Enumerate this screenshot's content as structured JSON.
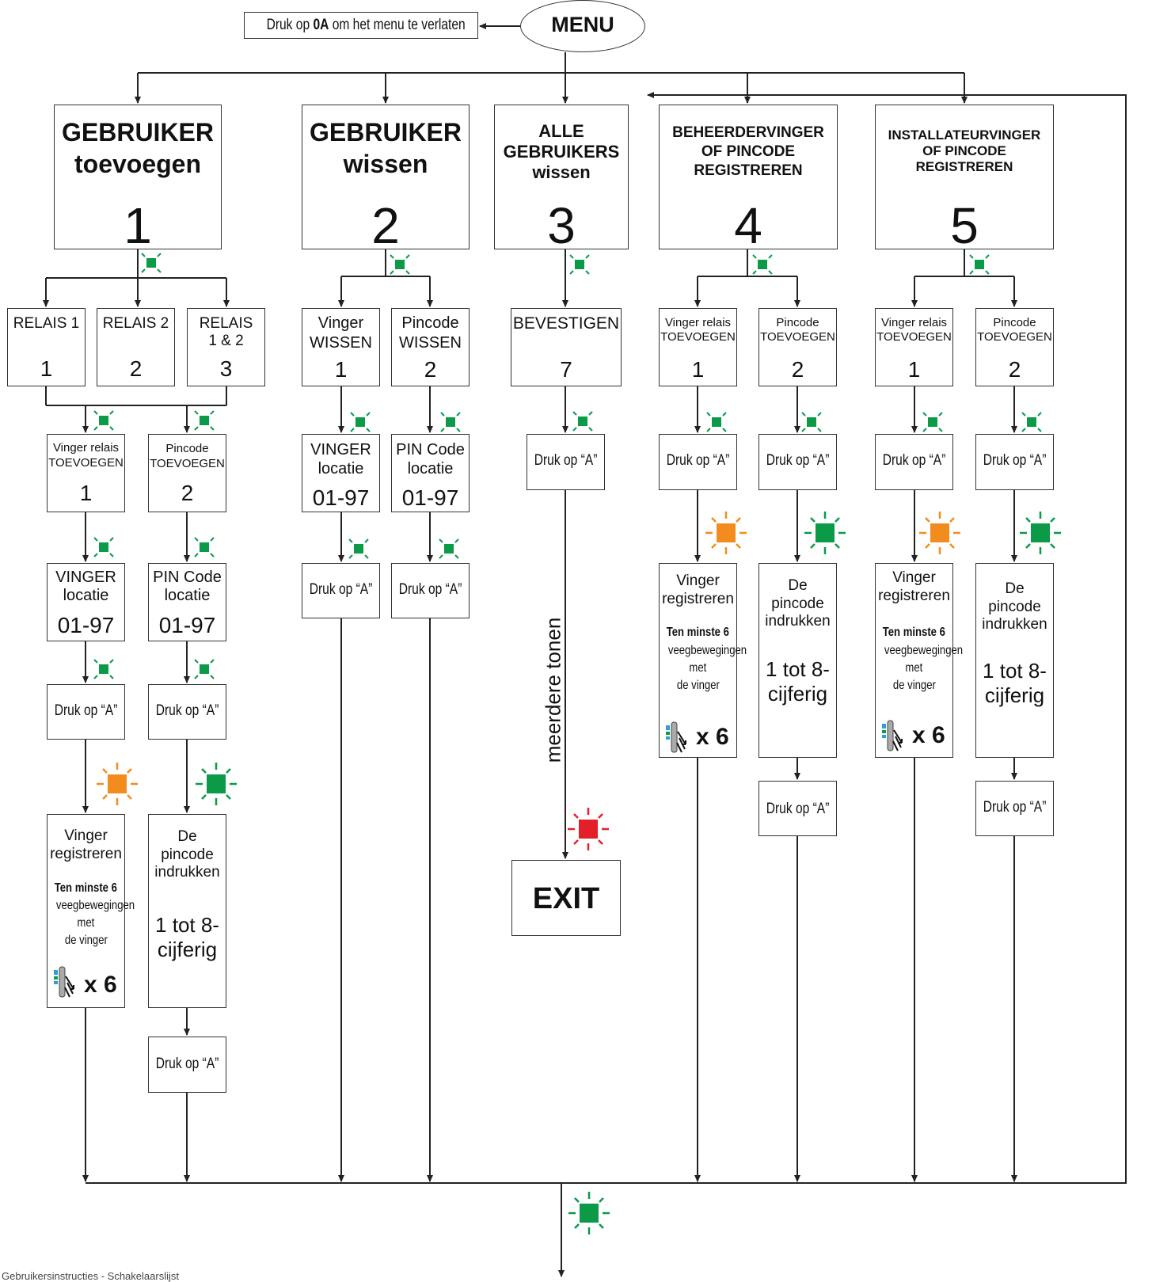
{
  "menu": {
    "title": "MENU",
    "exit_hint_prefix": "Druk op ",
    "exit_hint_key": "0A",
    "exit_hint_suffix": " om het menu te verlaten"
  },
  "main_boxes": [
    {
      "line1": "GEBRUIKER",
      "line2": "toevoegen",
      "number": "1"
    },
    {
      "line1": "GEBRUIKER",
      "line2": "wissen",
      "number": "2"
    },
    {
      "line1": "ALLE",
      "line2": "GEBRUIKERS",
      "line3": "wissen",
      "number": "3"
    },
    {
      "line1": "BEHEERDERVINGER",
      "line2": "OF PINCODE",
      "line3": "REGISTREREN",
      "number": "4"
    },
    {
      "line1": "INSTALLATEURVINGER",
      "line2": "OF PINCODE",
      "line3": "REGISTREREN",
      "number": "5"
    }
  ],
  "relais": [
    {
      "label": "RELAIS 1",
      "number": "1"
    },
    {
      "label": "RELAIS 2",
      "number": "2"
    },
    {
      "label1": "RELAIS",
      "label2": "1 & 2",
      "number": "3"
    }
  ],
  "common": {
    "vinger_relais": "Vinger relais",
    "toevoegen": "TOEVOEGEN",
    "pincode": "Pincode",
    "vinger_upper": "VINGER",
    "pin_code": "PIN Code",
    "locatie": "locatie",
    "range": "01-97",
    "druk_a": "Druk op “A”",
    "vinger": "Vinger",
    "registreren": "registreren",
    "ten_minste": "Ten minste 6",
    "veeg": "veegbewegingen",
    "met": "met",
    "de_vinger": "de vinger",
    "x6": "x 6",
    "de": "De",
    "pincode_lower": "pincode",
    "indrukken": "indrukken",
    "tot1": "1 tot 8-",
    "tot2": "cijferig",
    "one": "1",
    "two": "2"
  },
  "wissen": {
    "vinger": "Vinger",
    "wissen": "WISSEN",
    "pincode": "Pincode"
  },
  "alle": {
    "bevestigen": "BEVESTIGEN",
    "seven": "7",
    "meerdere": "meerdere tonen",
    "exit": "EXIT"
  },
  "footer": "Gebruikersinstructies - Schakelaarslijst",
  "colors": {
    "green": "#0a9a48",
    "orange": "#f28c1e",
    "red": "#e3202a",
    "line": "#333333"
  }
}
